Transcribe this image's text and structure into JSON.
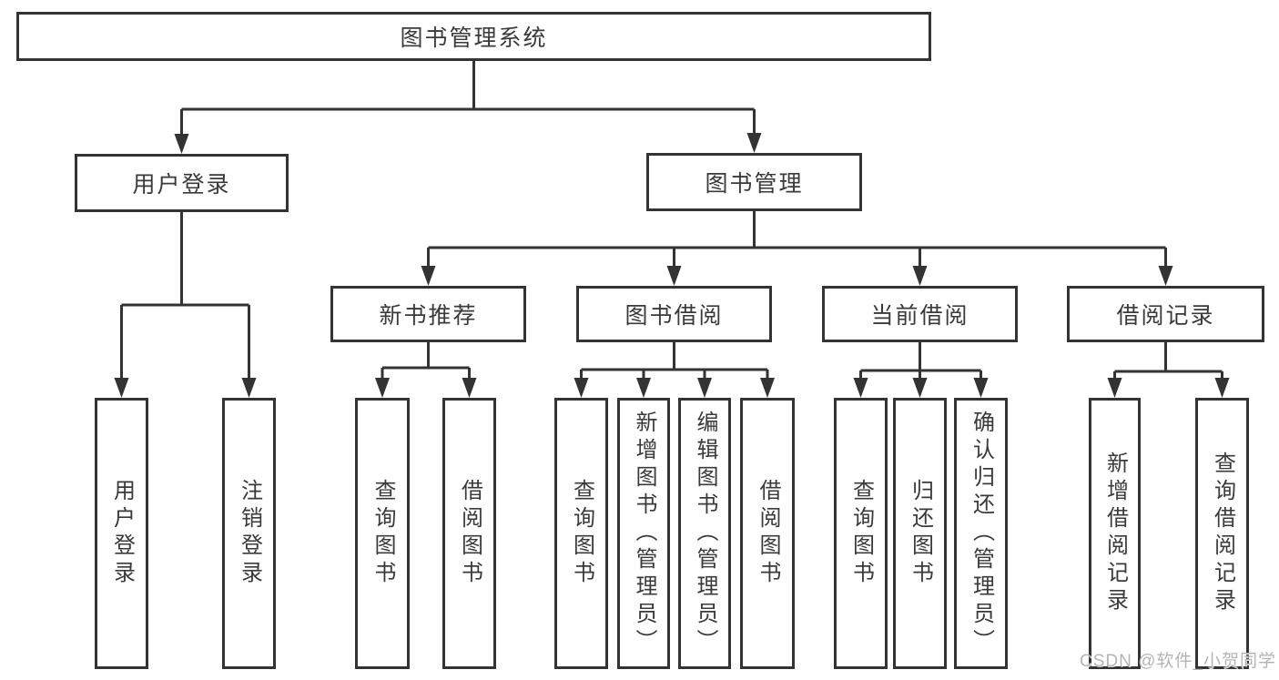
{
  "tree": {
    "root": {
      "label": "图书管理系统"
    },
    "level2": [
      {
        "label": "用户登录",
        "children": [
          {
            "label": "用户登录"
          },
          {
            "label": "注销登录"
          }
        ]
      },
      {
        "label": "图书管理",
        "children": [
          {
            "label": "新书推荐",
            "children": [
              {
                "label": "查询图书"
              },
              {
                "label": "借阅图书"
              }
            ]
          },
          {
            "label": "图书借阅",
            "children": [
              {
                "label": "查询图书"
              },
              {
                "label": "新增图书（管理员）"
              },
              {
                "label": "编辑图书（管理员）"
              },
              {
                "label": "借阅图书"
              }
            ]
          },
          {
            "label": "当前借阅",
            "children": [
              {
                "label": "查询图书"
              },
              {
                "label": "归还图书"
              },
              {
                "label": "确认归还（管理员）"
              }
            ]
          },
          {
            "label": "借阅记录",
            "children": [
              {
                "label": "新增借阅记录"
              },
              {
                "label": "查询借阅记录"
              }
            ]
          }
        ]
      }
    ]
  },
  "watermark": {
    "text": "CSDN @软件_小贺同学"
  },
  "colors": {
    "line": "#333333",
    "box_border": "#333333",
    "text": "#3a3a3a",
    "watermark": "#b4b4b4",
    "background": "#ffffff"
  }
}
